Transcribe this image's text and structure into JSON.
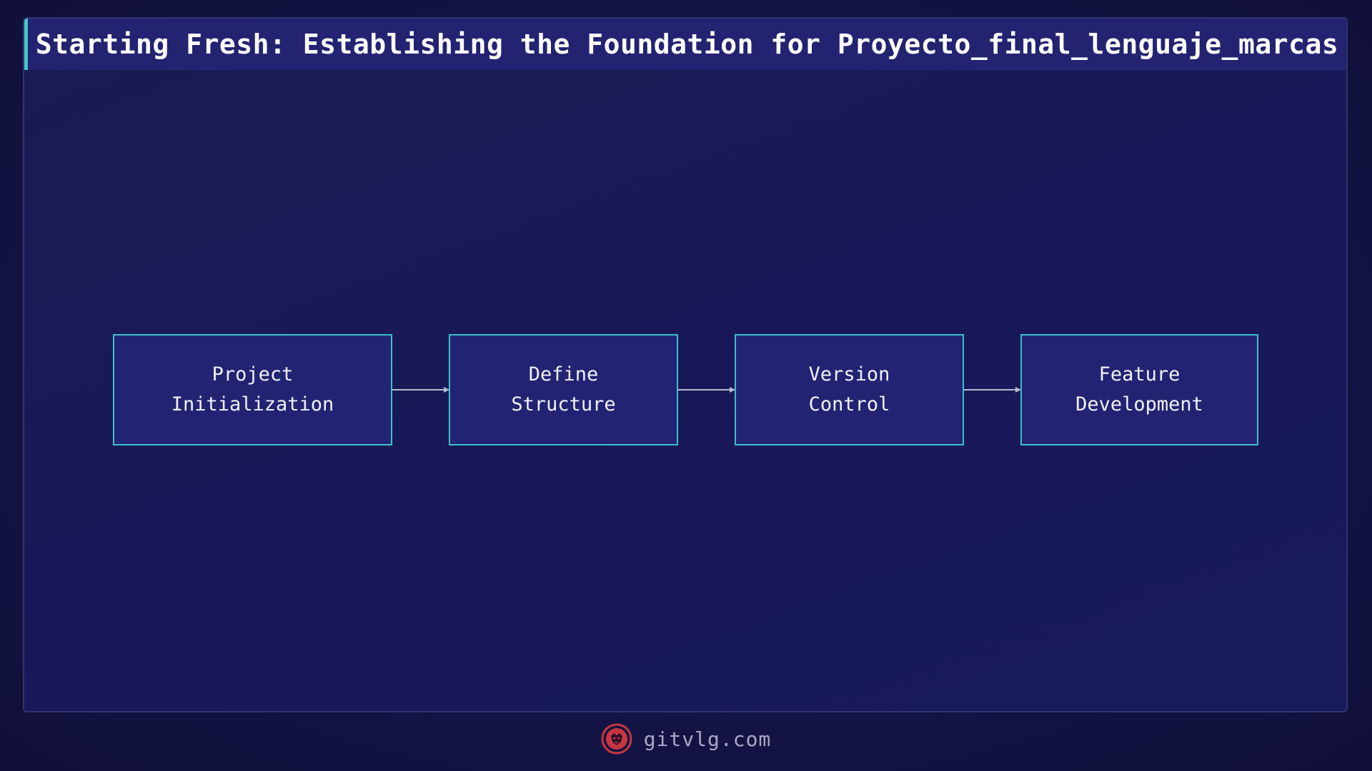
{
  "title": "Starting Fresh: Establishing the Foundation for Proyecto_final_lenguaje_marcas",
  "nodes": [
    {
      "id": "project-initialization",
      "label": "Project\nInitialization"
    },
    {
      "id": "define-structure",
      "label": "Define\nStructure"
    },
    {
      "id": "version-control",
      "label": "Version\nControl"
    },
    {
      "id": "feature-development",
      "label": "Feature\nDevelopment"
    }
  ],
  "edges": [
    {
      "from": "project-initialization",
      "to": "define-structure"
    },
    {
      "from": "define-structure",
      "to": "version-control"
    },
    {
      "from": "version-control",
      "to": "feature-development"
    }
  ],
  "footer": {
    "logo_icon": "lion-logo-icon",
    "site": "gitvlg.com"
  },
  "colors": {
    "background": "#141445",
    "title_bar": "#232372",
    "title_accent": "#3fc9c9",
    "node_fill": "#232373",
    "node_border": "#3cbfc6",
    "edge": "#b8b8d0",
    "logo": "#c8363f"
  }
}
